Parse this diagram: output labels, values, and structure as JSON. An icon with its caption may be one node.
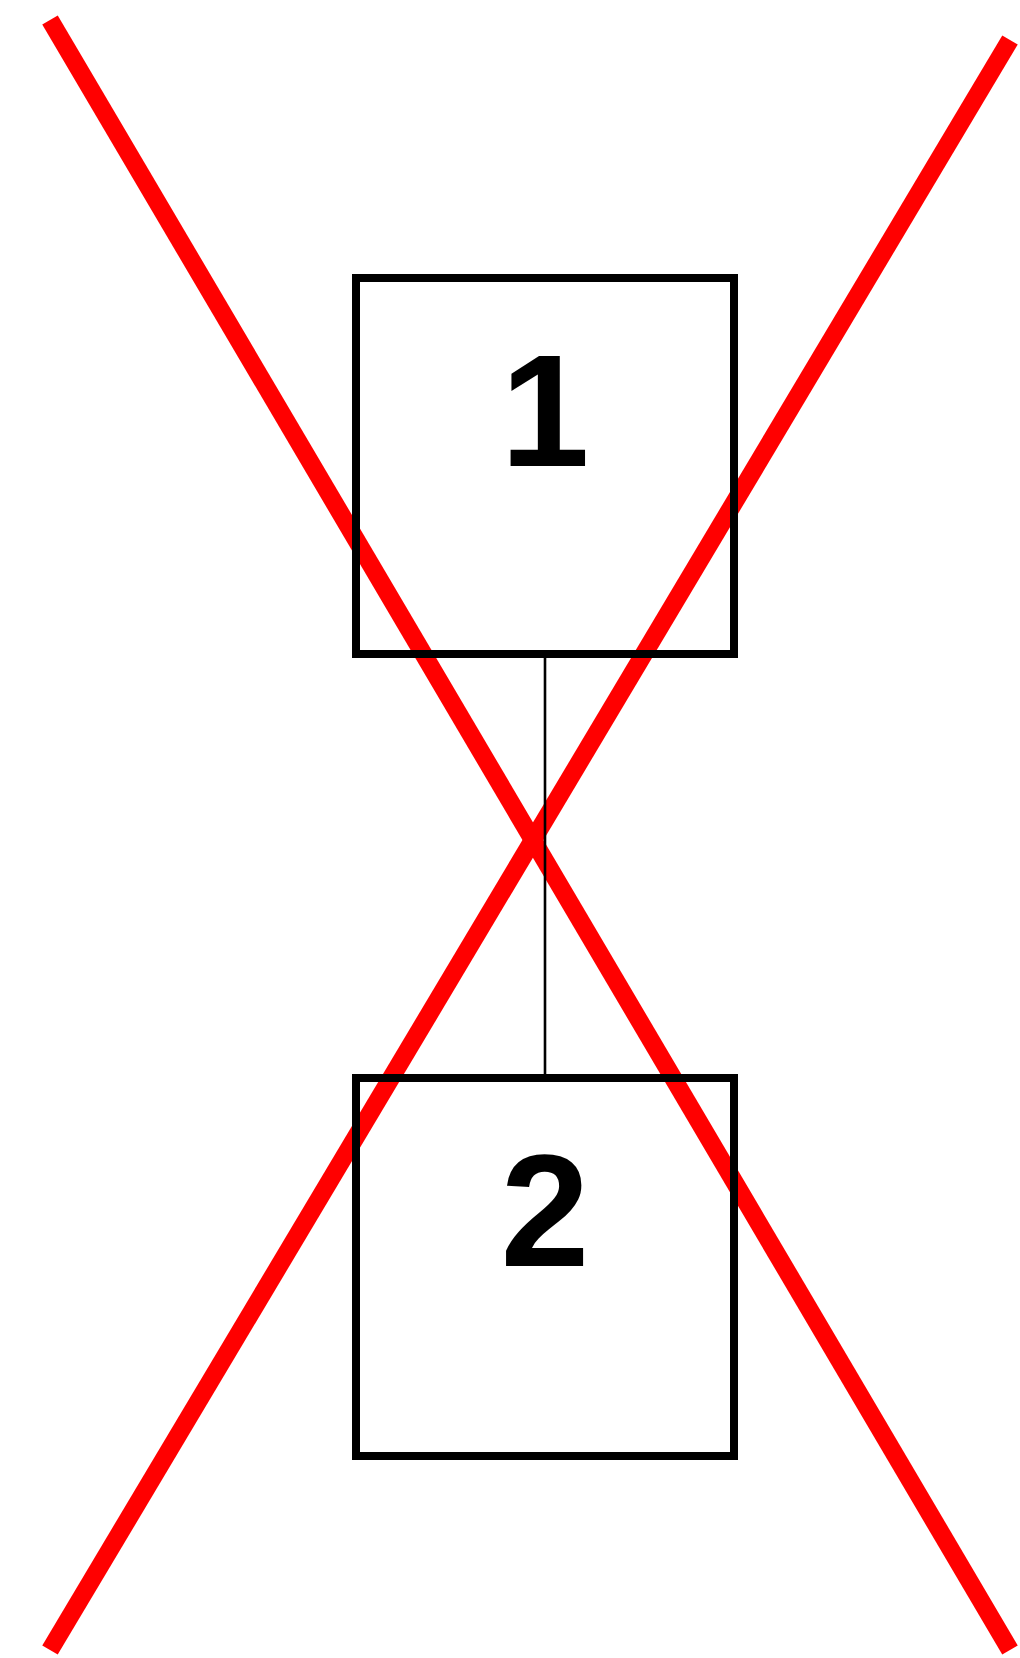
{
  "diagram": {
    "nodes": [
      {
        "text": [
          "1"
        ]
      },
      {
        "text": [
          "2"
        ]
      }
    ],
    "edges": [
      {
        "from": 0,
        "to": 1,
        "arrow": "none"
      }
    ]
  }
}
